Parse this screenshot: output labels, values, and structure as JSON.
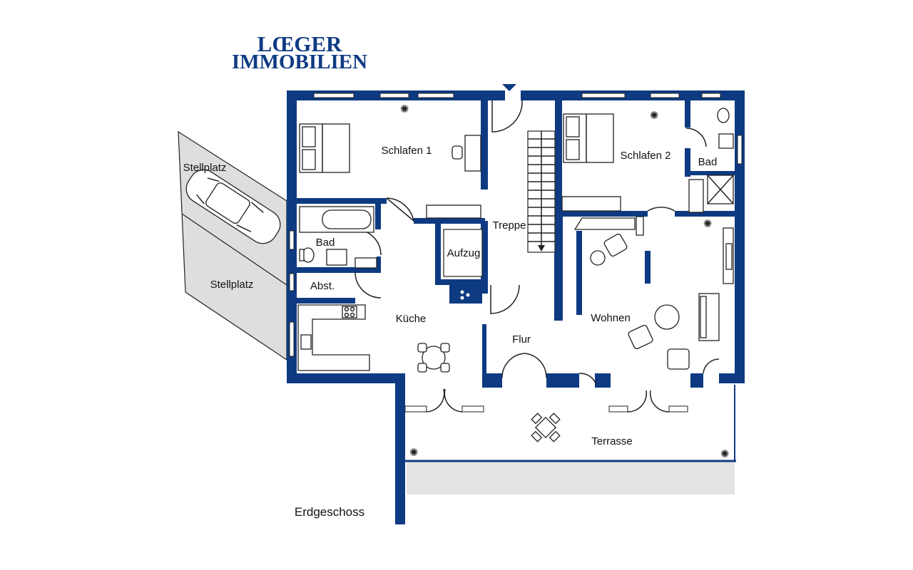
{
  "brand": {
    "line1": "LŒGER",
    "line2": "IMMOBILIEN",
    "color": "#0e3a82"
  },
  "floor_label": "Erdgeschoss",
  "rooms": {
    "schlafen1": "Schlafen 1",
    "schlafen2": "Schlafen 2",
    "bad1": "Bad",
    "bad2": "Bad",
    "treppe": "Treppe",
    "aufzug": "Aufzug",
    "abst": "Abst.",
    "kueche": "Küche",
    "flur": "Flur",
    "wohnen": "Wohnen",
    "terrasse": "Terrasse",
    "stellplatz_car": "Stellplatz",
    "stellplatz_lower": "Stellplatz"
  }
}
